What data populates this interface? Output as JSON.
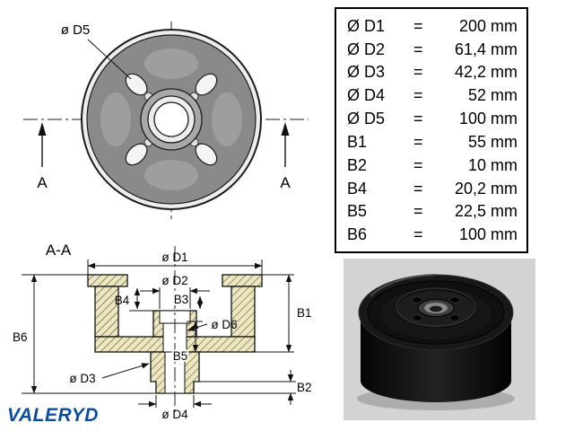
{
  "brand": {
    "logo_text": "VALERYD",
    "logo_color": "#0c4da2"
  },
  "dimensions_table": {
    "rows": [
      {
        "label": "Ø D1",
        "eq": "=",
        "value": "200 mm"
      },
      {
        "label": "Ø D2",
        "eq": "=",
        "value": "61,4 mm"
      },
      {
        "label": "Ø D3",
        "eq": "=",
        "value": "42,2 mm"
      },
      {
        "label": "Ø D4",
        "eq": "=",
        "value": "52 mm"
      },
      {
        "label": "Ø D5",
        "eq": "=",
        "value": "100 mm"
      },
      {
        "label": "B1",
        "eq": "=",
        "value": "55 mm"
      },
      {
        "label": "B2",
        "eq": "=",
        "value": "10 mm"
      },
      {
        "label": "B4",
        "eq": "=",
        "value": "20,2 mm"
      },
      {
        "label": "B5",
        "eq": "=",
        "value": "22,5 mm"
      },
      {
        "label": "B6",
        "eq": "=",
        "value": "100 mm"
      }
    ]
  },
  "front_view": {
    "bolt_circle_label": "ø D5",
    "section_marker": "A"
  },
  "section_view": {
    "title": "A-A",
    "labels": {
      "d1": "ø D1",
      "d2": "ø D2",
      "d3": "ø D3",
      "d4": "ø D4",
      "d6": "ø D6",
      "b1": "B1",
      "b2": "B2",
      "b3": "B3",
      "b4": "B4",
      "b5": "B5",
      "b6": "B6"
    }
  }
}
